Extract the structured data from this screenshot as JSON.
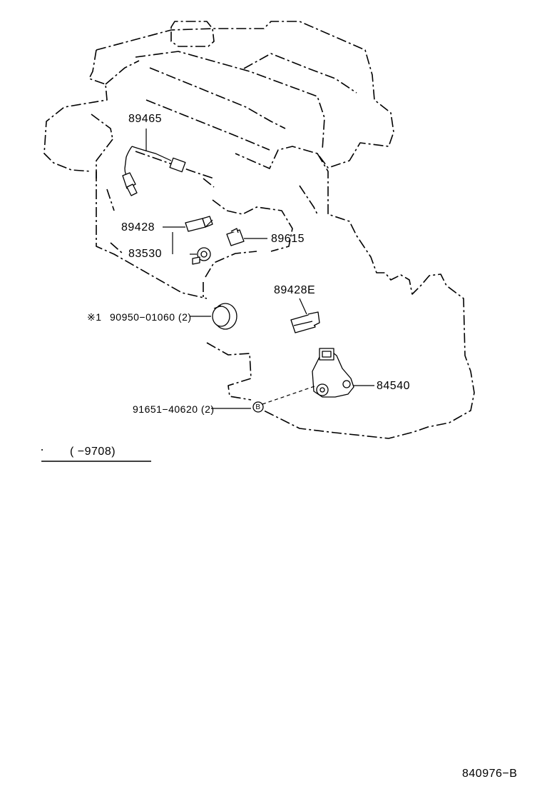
{
  "callouts": {
    "p89465": "89465",
    "p89428": "89428",
    "p83530": "83530",
    "p89615": "89615",
    "p89428E": "89428E",
    "p84540": "84540",
    "p90950_mark": "※1",
    "p90950": "90950−01060 (2)",
    "p91651": "91651−40620 (2)",
    "bolt_marker": "B"
  },
  "date_range": "(        −9708)",
  "figure_code": "840976−B"
}
